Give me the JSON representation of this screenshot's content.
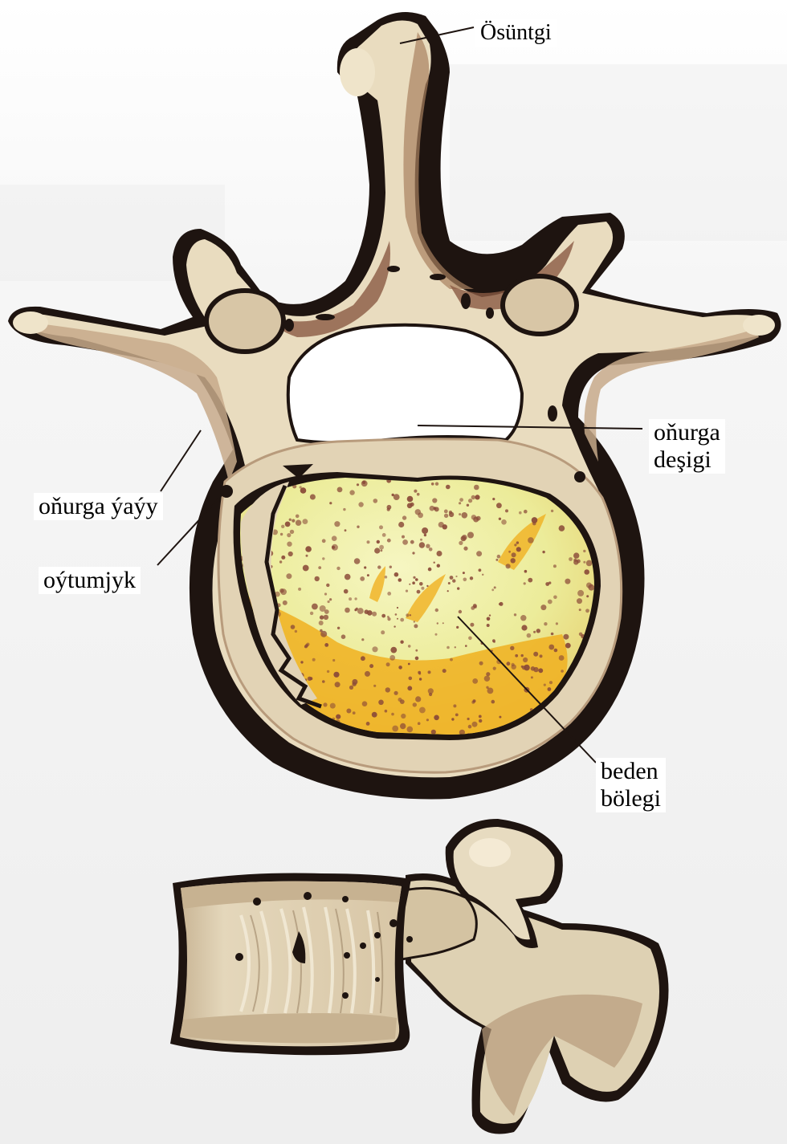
{
  "labels": {
    "spinous_process": "Ösüntgi",
    "vertebral_foramen_line1": "oňurga",
    "vertebral_foramen_line2": "deşigi",
    "vertebral_arch": "oňurga ýaýy",
    "small_hole": "oýtumjyk",
    "body_line1": "beden",
    "body_line2": "bölegi"
  },
  "colors": {
    "bone_light": "#e9dcbf",
    "bone_mid": "#c7a98a",
    "bone_shadow": "#8a5a44",
    "bone_dark": "#1e1410",
    "cancellous_yellow": "#ecec9a",
    "cancellous_orange": "#f0b020",
    "pore_brown": "#8a4a38",
    "background_shade": "#f0f0f0"
  }
}
